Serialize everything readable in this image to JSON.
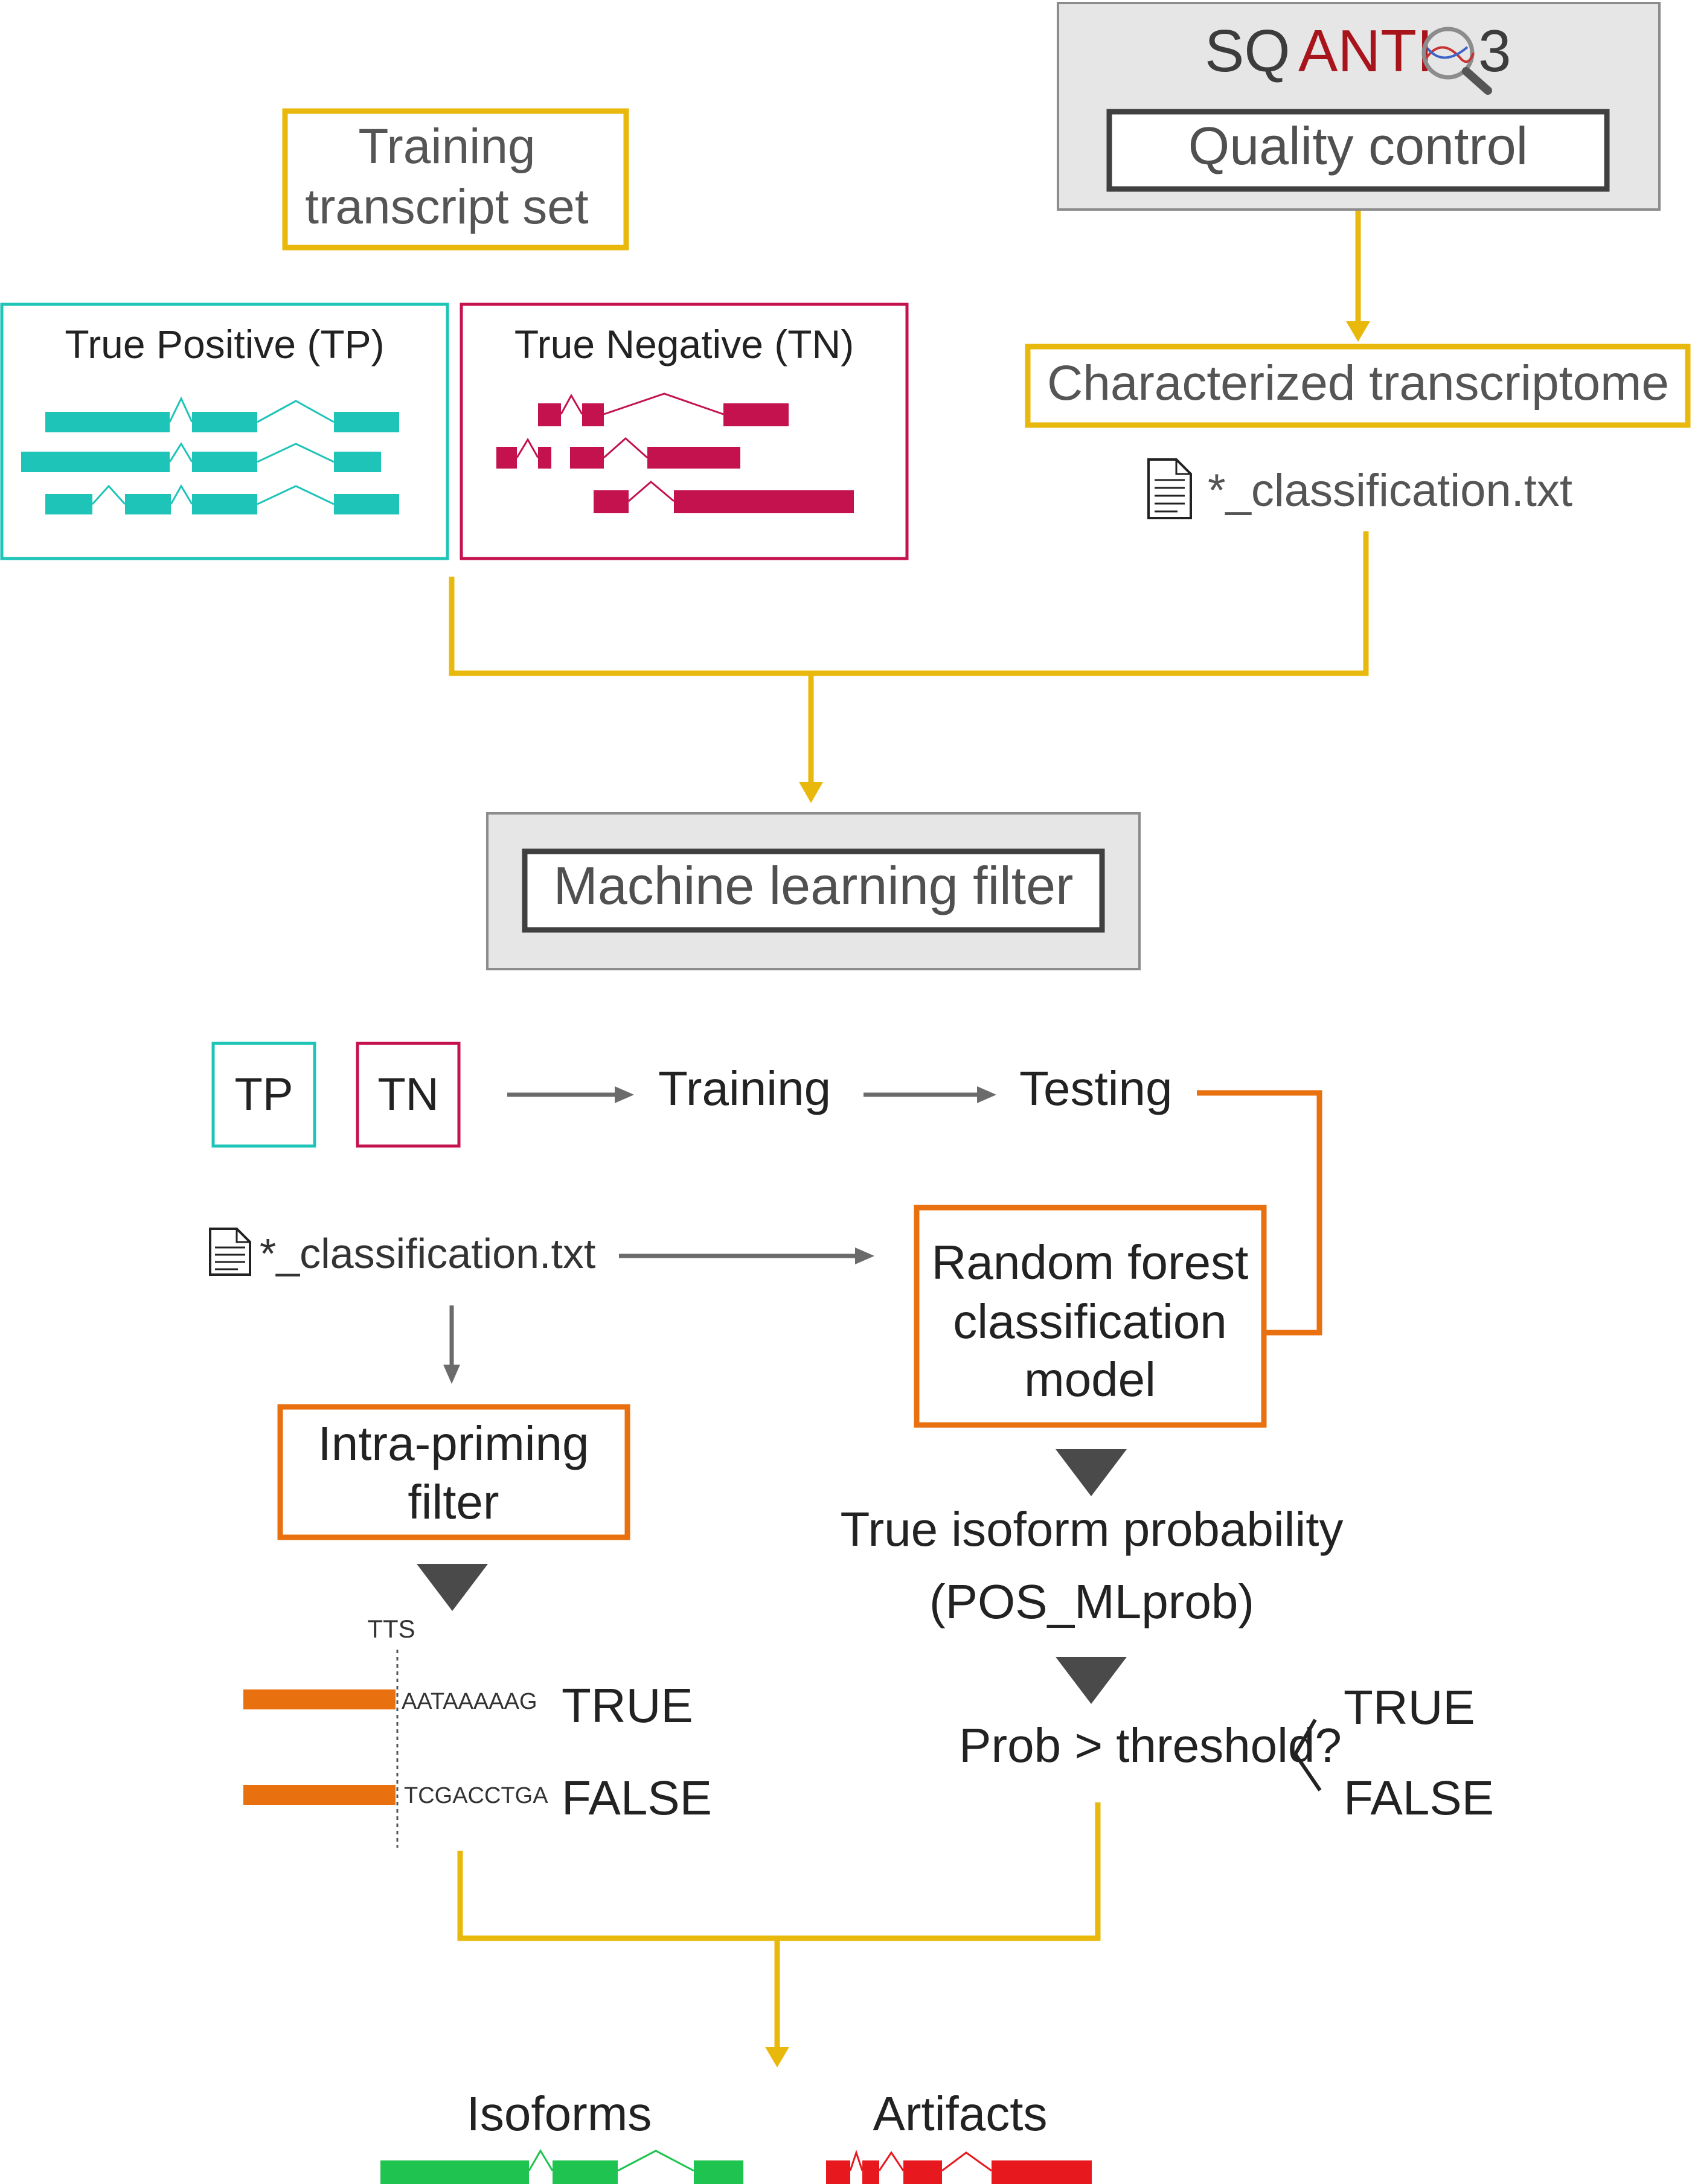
{
  "logo": {
    "text_prefix": "SQ",
    "text_mid": "ANTI",
    "text_suffix": "3"
  },
  "top": {
    "qc_label": "Quality control",
    "training_set_line1": "Training",
    "training_set_line2": "transcript set",
    "tp_title": "True Positive (TP)",
    "tn_title": "True Negative (TN)",
    "characterized": "Characterized transcriptome",
    "classification_file": "*_classification.txt"
  },
  "ml": {
    "filter_title": "Machine learning filter",
    "tp": "TP",
    "tn": "TN",
    "training": "Training",
    "testing": "Testing",
    "classification_file": "*_classification.txt",
    "rf_line1": "Random forest",
    "rf_line2": "classification",
    "rf_line3": "model",
    "prob_line1": "True isoform probability",
    "prob_line2": "(POS_MLprob)",
    "threshold": "Prob > threshold?",
    "true": "TRUE",
    "false": "FALSE"
  },
  "intrapriming": {
    "line1": "Intra-priming",
    "line2": "filter",
    "tts": "TTS",
    "seq_true": "AATAAAAAG",
    "seq_false": "TCGACCTGA",
    "true": "TRUE",
    "false": "FALSE"
  },
  "output": {
    "isoforms": "Isoforms",
    "artifacts": "Artifacts"
  },
  "colors": {
    "yellow": "#E8B90C",
    "teal": "#1EC4B8",
    "magenta": "#C4124F",
    "orange": "#E8700F",
    "gray_arrow": "#6B6B6B",
    "dark_triangle": "#4A4A4A",
    "green": "#1EC44F",
    "red": "#E8191E",
    "logo_red": "#A8141C"
  }
}
